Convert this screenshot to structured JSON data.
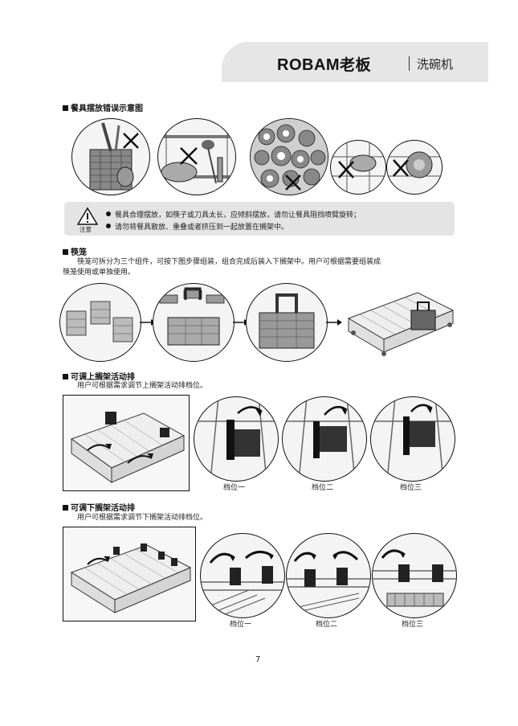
{
  "header": {
    "brand": "ROBAM",
    "brand_cn": "老板",
    "product": "洗碗机"
  },
  "sections": {
    "wrong_placement": {
      "title": "餐具摆放错误示意图"
    },
    "notice": {
      "label": "注意",
      "lines": [
        "餐具合理摆放，如筷子或刀具太长，应倾斜摆放，请勿让餐具阻挡喷臂旋转；",
        "请勿将餐具散放、重叠或者挤压到一起放置在搁架中。"
      ]
    },
    "basket": {
      "title": "筷笼",
      "text_line1": "筷笼可拆分为三个组件，可按下图步骤组装，组合完成后装入下搁架中。用户可根据需要组装成",
      "text_line2": "筷笼使用或单独使用。"
    },
    "upper_rack": {
      "title": "可调上搁架活动排",
      "text": "用户可根据需求调节上搁架活动排档位。",
      "positions": [
        "档位一",
        "档位二",
        "档位三"
      ]
    },
    "lower_rack": {
      "title": "可调下搁架活动排",
      "text": "用户可根据需求调节下搁架活动排档位。",
      "positions": [
        "档位一",
        "档位二",
        "档位三"
      ]
    }
  },
  "page_number": "7",
  "colors": {
    "header_band": "#e6e6e6",
    "notice_bg": "#e4e4e4",
    "text": "#222222"
  }
}
